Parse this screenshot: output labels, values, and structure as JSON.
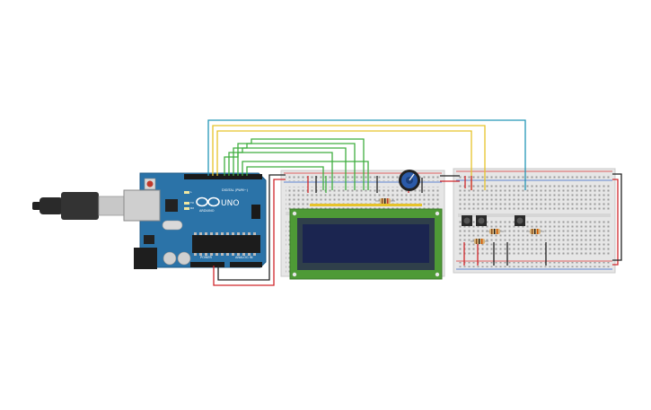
{
  "arduino": {
    "brand": "ARDUINO",
    "model": "UNO",
    "digital_label": "DIGITAL (PWM~)",
    "power_label": "POWER",
    "analog_label": "ANALOG IN",
    "tx_label": "TX",
    "rx_label": "RX",
    "l_label": "L"
  },
  "colors": {
    "board": "#2b73a8",
    "breadboard": "#e3e3e3",
    "lcd_pcb": "#4e9a36",
    "lcd_screen": "#1b2550",
    "wire_yellow": "#e6c32a",
    "wire_green": "#3fae3f",
    "wire_blue": "#2496b6",
    "wire_red": "#d0272b",
    "wire_black": "#222222"
  }
}
